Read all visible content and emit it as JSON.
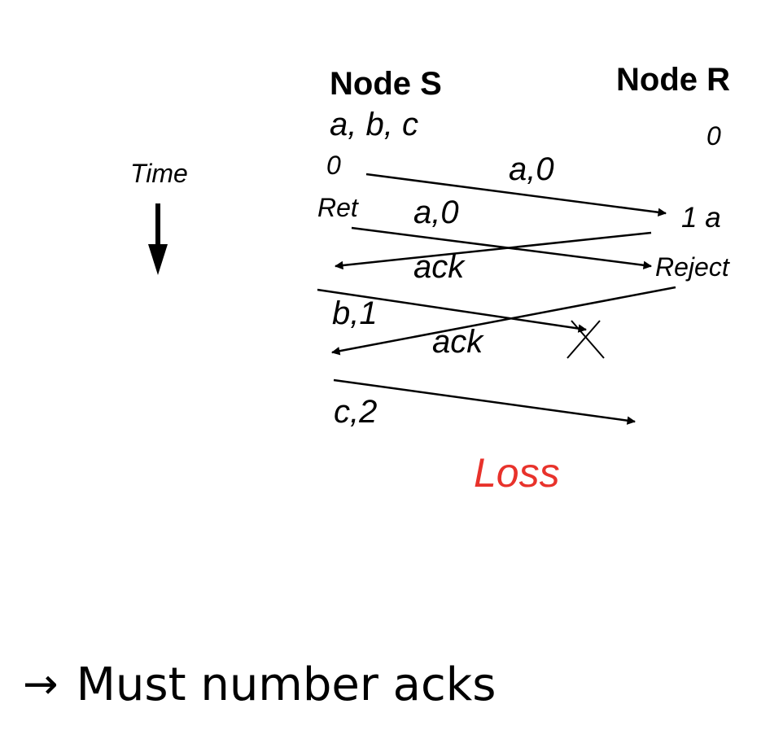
{
  "diagram": {
    "time_label": "Time",
    "sender": {
      "title": "Node S",
      "queue": "a, b, c",
      "seq_start": "0",
      "retransmit": "Ret"
    },
    "receiver": {
      "title": "Node R",
      "seq_start": "0",
      "deliver": "1 a",
      "reject": "Reject"
    },
    "messages": {
      "frame_a0": "a,0",
      "frame_a0_retx": "a,0",
      "ack1": "ack",
      "frame_b1": "b,1",
      "ack2": "ack",
      "frame_c2": "c,2"
    },
    "loss_label": "Loss",
    "colors": {
      "ink": "#000000",
      "loss": "#e8322b"
    }
  },
  "conclusion": {
    "arrow": "→",
    "text": "Must number acks"
  }
}
